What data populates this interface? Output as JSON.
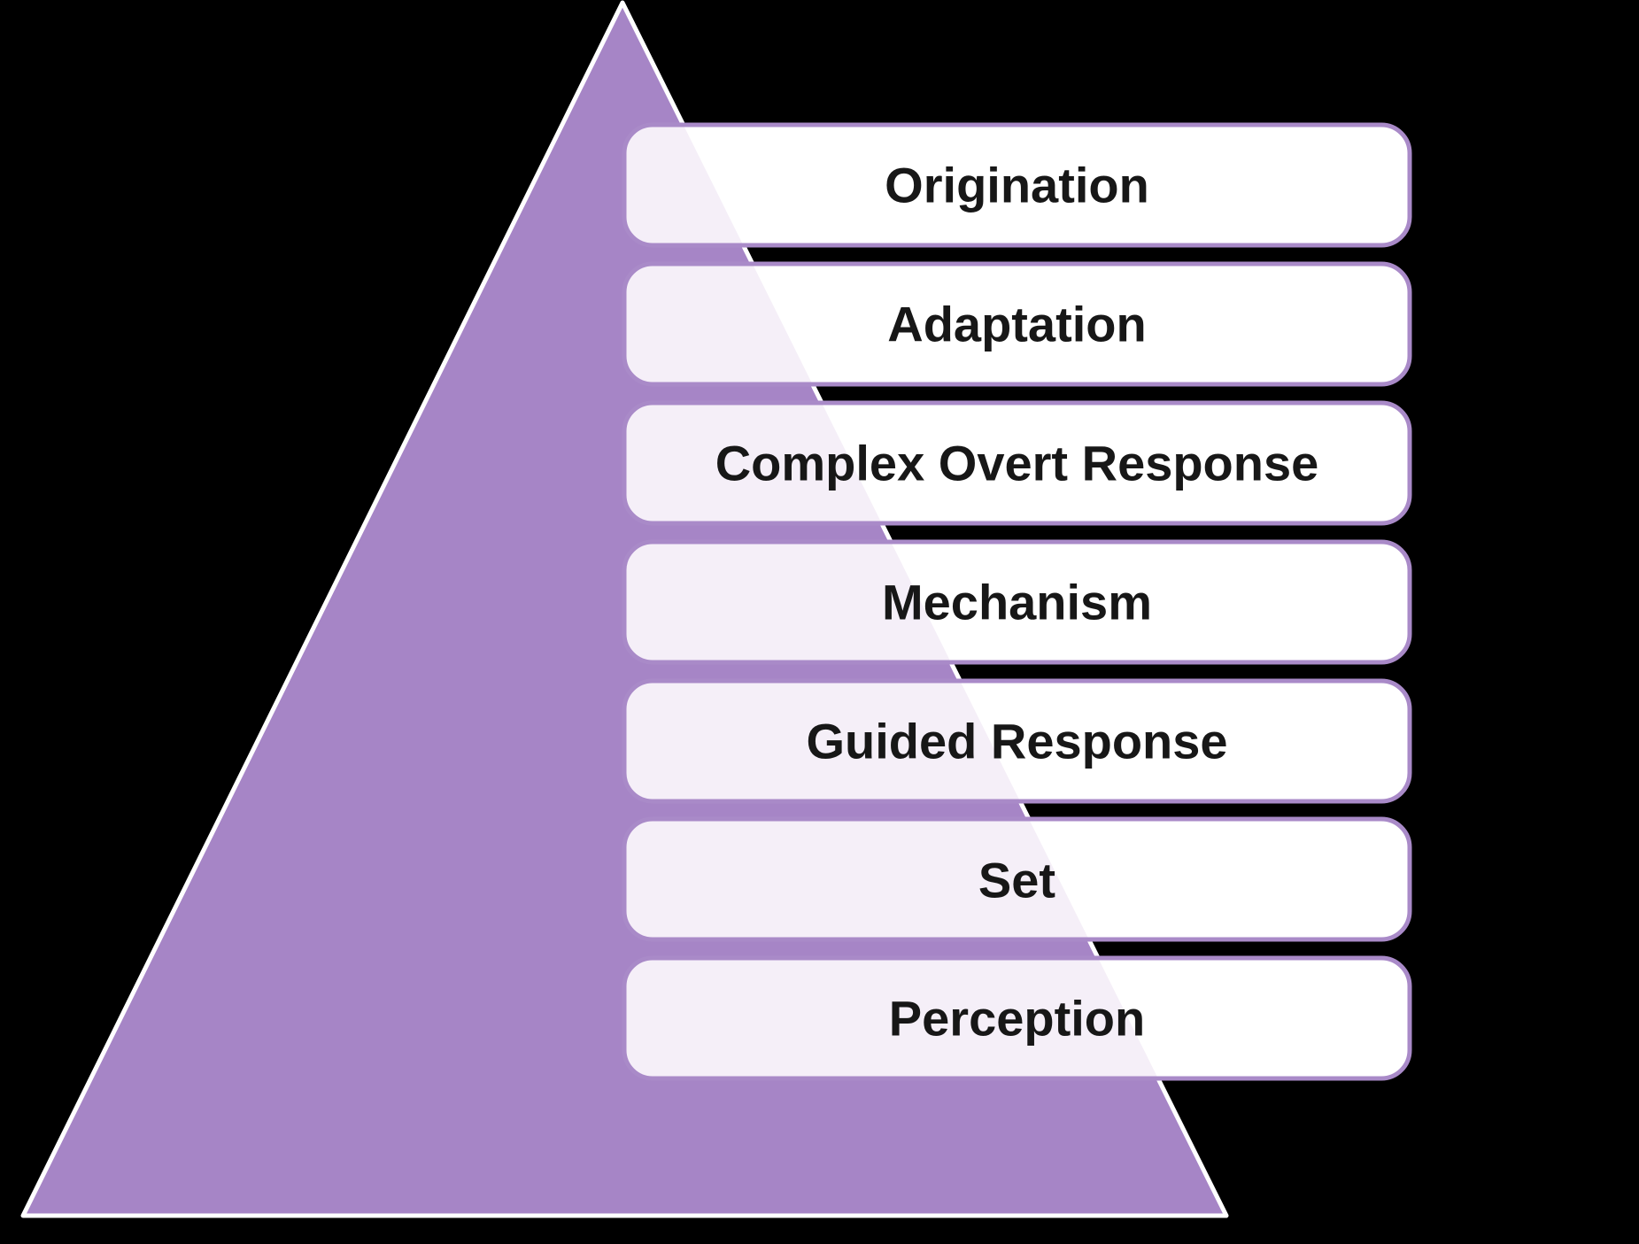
{
  "diagram": {
    "levels": [
      {
        "label": "Origination"
      },
      {
        "label": "Adaptation"
      },
      {
        "label": "Complex Overt Response"
      },
      {
        "label": "Mechanism"
      },
      {
        "label": "Guided Response"
      },
      {
        "label": "Set"
      },
      {
        "label": "Perception"
      }
    ],
    "colors": {
      "background": "#000000",
      "pyramid_fill": "#A685C6",
      "pyramid_outline": "#FFFFFF",
      "box_fill": "#FFFFFF",
      "box_fill_over_pyramid": "#F5EFF8",
      "box_border": "#A98AC8",
      "label_text": "#171717"
    }
  }
}
